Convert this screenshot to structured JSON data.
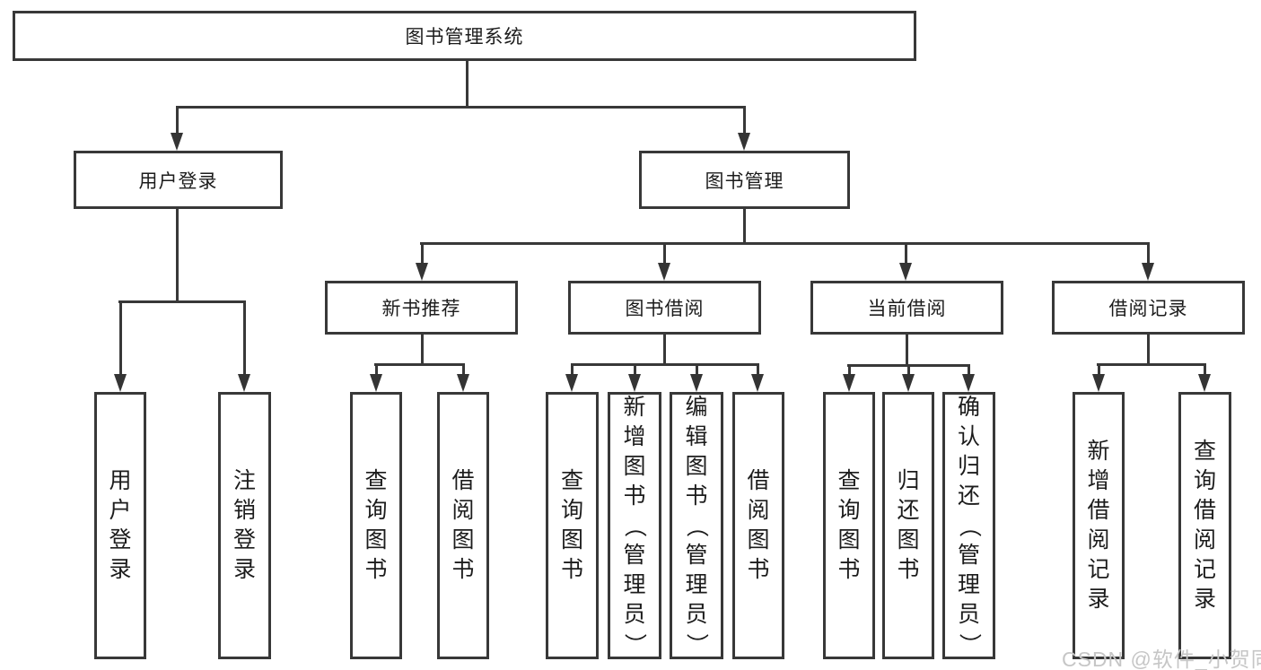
{
  "diagram": {
    "title": "图书管理系统",
    "root": {
      "label": "图书管理系统"
    },
    "level2": [
      {
        "label": "用户登录"
      },
      {
        "label": "图书管理"
      }
    ],
    "level3": [
      {
        "label": "新书推荐"
      },
      {
        "label": "图书借阅"
      },
      {
        "label": "当前借阅"
      },
      {
        "label": "借阅记录"
      }
    ],
    "leaves": {
      "login": [
        "用户登录",
        "注销登录"
      ],
      "newrec": [
        "查询图书",
        "借阅图书"
      ],
      "borrow": [
        "查询图书",
        "新增图书（管理员）",
        "编辑图书（管理员）",
        "借阅图书"
      ],
      "current": [
        "查询图书",
        "归还图书",
        "确认归还（管理员）"
      ],
      "records": [
        "新增借阅记录",
        "查询借阅记录"
      ]
    }
  },
  "watermark": "CSDN @软件_小贺同学",
  "colors": {
    "line": "#383838",
    "box_border": "#383838",
    "text": "#1c1c1c",
    "watermark": "#c6c6c6",
    "background": "#ffffff"
  }
}
